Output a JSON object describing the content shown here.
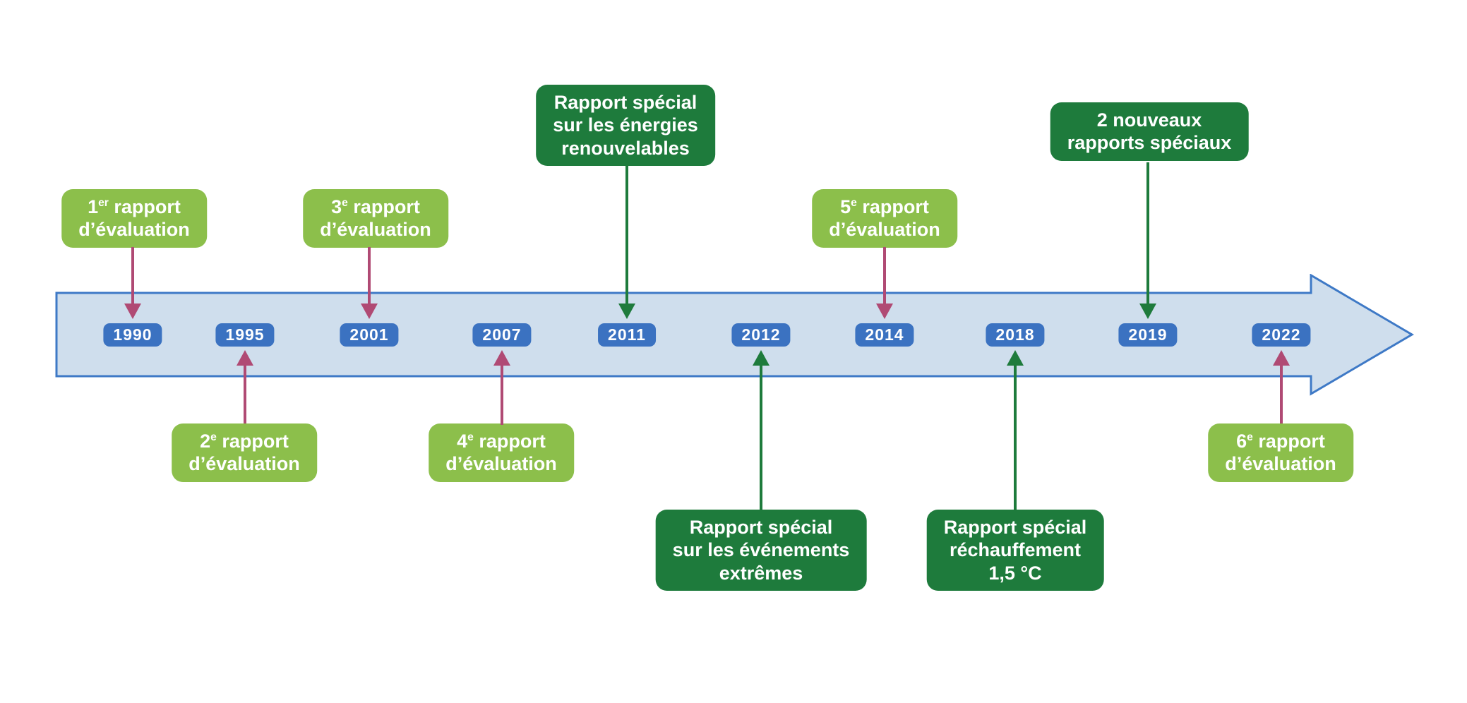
{
  "colors": {
    "light_green_box": "#8CBF4B",
    "dark_green_box": "#1E7B3C",
    "pink_arrow": "#B04A74",
    "green_arrow": "#1E7B3C",
    "year_badge_blue": "#3B72C1",
    "timeline_fill": "#CFDEED",
    "timeline_border": "#3E79C6",
    "background": "#FFFFFF"
  },
  "timeline": {
    "direction": "left-to-right",
    "years": [
      "1990",
      "1995",
      "2001",
      "2007",
      "2011",
      "2012",
      "2014",
      "2018",
      "2019",
      "2022"
    ]
  },
  "events": [
    {
      "year": "1990",
      "position": "above",
      "type": "assessment-report",
      "accent": "pink",
      "line1": {
        "pre": "1",
        "sup": "er",
        "post": " rapport"
      },
      "line2": "d’évaluation"
    },
    {
      "year": "1995",
      "position": "below",
      "type": "assessment-report",
      "accent": "pink",
      "line1": {
        "pre": "2",
        "sup": "e",
        "post": " rapport"
      },
      "line2": "d’évaluation"
    },
    {
      "year": "2001",
      "position": "above",
      "type": "assessment-report",
      "accent": "pink",
      "line1": {
        "pre": "3",
        "sup": "e",
        "post": " rapport"
      },
      "line2": "d’évaluation"
    },
    {
      "year": "2007",
      "position": "below",
      "type": "assessment-report",
      "accent": "pink",
      "line1": {
        "pre": "4",
        "sup": "e",
        "post": " rapport"
      },
      "line2": "d’évaluation"
    },
    {
      "year": "2011",
      "position": "above",
      "type": "special-report",
      "accent": "green",
      "lines": [
        "Rapport spécial",
        "sur les énergies",
        "renouvelables"
      ]
    },
    {
      "year": "2012",
      "position": "below",
      "type": "special-report",
      "accent": "green",
      "lines": [
        "Rapport spécial",
        "sur les événements",
        "extrêmes"
      ]
    },
    {
      "year": "2014",
      "position": "above",
      "type": "assessment-report",
      "accent": "pink",
      "line1": {
        "pre": "5",
        "sup": "e",
        "post": " rapport"
      },
      "line2": "d’évaluation"
    },
    {
      "year": "2018",
      "position": "below",
      "type": "special-report",
      "accent": "green",
      "lines": [
        "Rapport spécial",
        "réchauffement",
        "1,5 °C"
      ]
    },
    {
      "year": "2019",
      "position": "above",
      "type": "special-report",
      "accent": "green",
      "lines": [
        "2 nouveaux",
        "rapports spéciaux"
      ]
    },
    {
      "year": "2022",
      "position": "below",
      "type": "assessment-report",
      "accent": "pink",
      "line1": {
        "pre": "6",
        "sup": "e",
        "post": " rapport"
      },
      "line2": "d’évaluation"
    }
  ]
}
